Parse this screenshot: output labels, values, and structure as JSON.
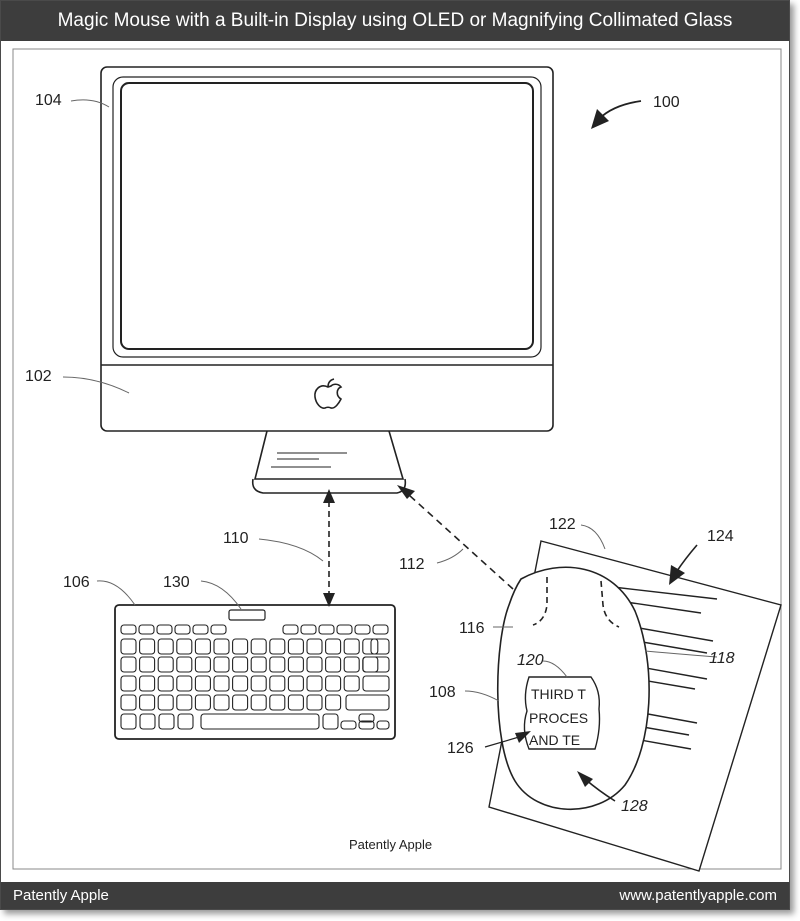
{
  "header": {
    "title": "Magic Mouse with a Built-in Display using OLED or Magnifying Collimated Glass"
  },
  "footer": {
    "left": "Patently Apple",
    "right": "www.patentlyapple.com"
  },
  "watermark": "Patently Apple",
  "references": {
    "r100": "100",
    "r102": "102",
    "r104": "104",
    "r106": "106",
    "r108": "108",
    "r110": "110",
    "r112": "112",
    "r116": "116",
    "r118": "118",
    "r120": "120",
    "r122": "122",
    "r124": "124",
    "r126": "126",
    "r128": "128",
    "r130": "130"
  },
  "mouse_display_text": [
    "THIRD T",
    "PROCES",
    "AND TE"
  ],
  "colors": {
    "bar": "#3d3d3d",
    "line": "#222222"
  }
}
